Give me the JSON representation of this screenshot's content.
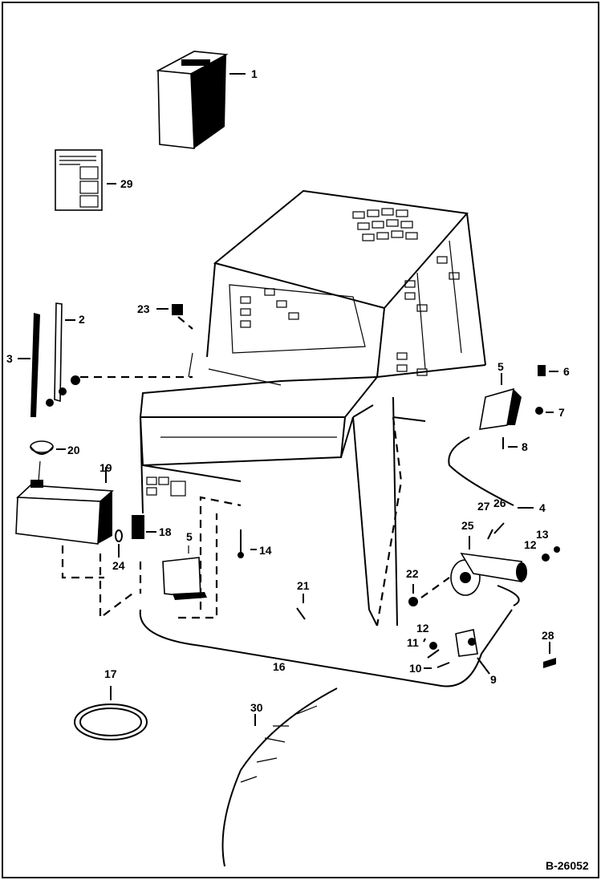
{
  "figure_ref": "B-26052",
  "callouts": [
    {
      "id": "c1",
      "text": "1"
    },
    {
      "id": "c2",
      "text": "2"
    },
    {
      "id": "c3",
      "text": "3"
    },
    {
      "id": "c4",
      "text": "4"
    },
    {
      "id": "c5a",
      "text": "5"
    },
    {
      "id": "c5b",
      "text": "5"
    },
    {
      "id": "c6",
      "text": "6"
    },
    {
      "id": "c7",
      "text": "7"
    },
    {
      "id": "c8",
      "text": "8"
    },
    {
      "id": "c9",
      "text": "9"
    },
    {
      "id": "c10",
      "text": "10"
    },
    {
      "id": "c11",
      "text": "11"
    },
    {
      "id": "c12a",
      "text": "12"
    },
    {
      "id": "c12b",
      "text": "12"
    },
    {
      "id": "c13",
      "text": "13"
    },
    {
      "id": "c14",
      "text": "14"
    },
    {
      "id": "c16",
      "text": "16"
    },
    {
      "id": "c17",
      "text": "17"
    },
    {
      "id": "c18",
      "text": "18"
    },
    {
      "id": "c19",
      "text": "19"
    },
    {
      "id": "c20",
      "text": "20"
    },
    {
      "id": "c21",
      "text": "21"
    },
    {
      "id": "c22",
      "text": "22"
    },
    {
      "id": "c23",
      "text": "23"
    },
    {
      "id": "c24",
      "text": "24"
    },
    {
      "id": "c25",
      "text": "25"
    },
    {
      "id": "c26",
      "text": "26"
    },
    {
      "id": "c27",
      "text": "27"
    },
    {
      "id": "c28",
      "text": "28"
    },
    {
      "id": "c29",
      "text": "29"
    },
    {
      "id": "c30",
      "text": "30"
    }
  ]
}
